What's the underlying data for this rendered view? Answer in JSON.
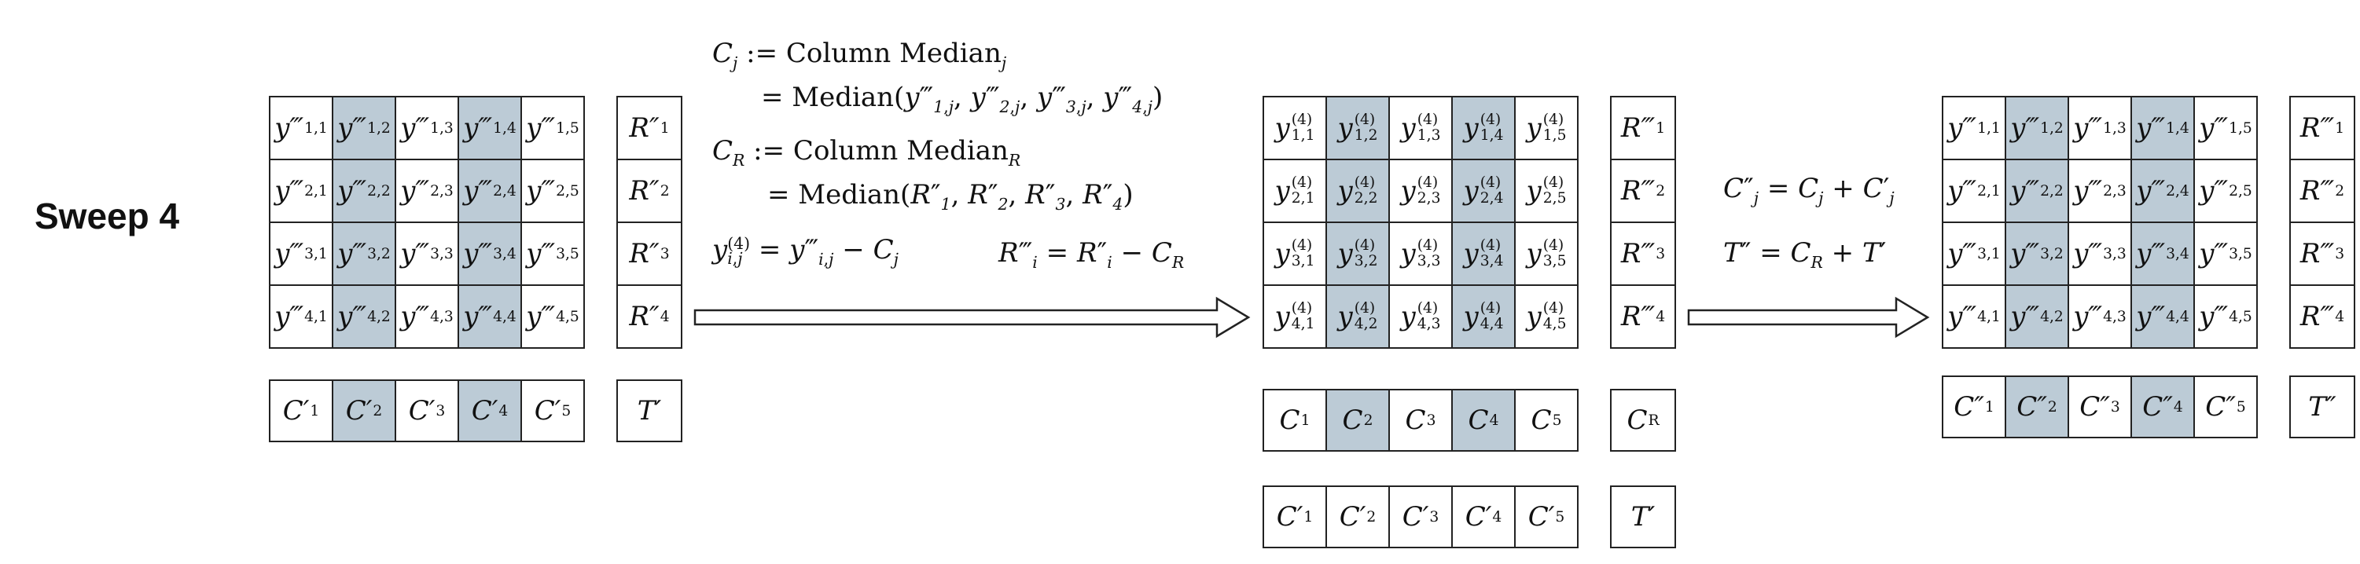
{
  "title": "Sweep 4",
  "colors": {
    "shaded": "#bccbd6",
    "border": "#222222",
    "background": "#ffffff"
  },
  "panel1": {
    "matrix": [
      [
        "y‴1,1",
        "y‴1,2",
        "y‴1,3",
        "y‴1,4",
        "y‴1,5"
      ],
      [
        "y‴2,1",
        "y‴2,2",
        "y‴2,3",
        "y‴2,4",
        "y‴2,5"
      ],
      [
        "y‴3,1",
        "y‴3,2",
        "y‴3,3",
        "y‴3,4",
        "y‴3,5"
      ],
      [
        "y‴4,1",
        "y‴4,2",
        "y‴4,3",
        "y‴4,4",
        "y‴4,5"
      ]
    ],
    "row_effects": [
      "R″1",
      "R″2",
      "R″3",
      "R″4"
    ],
    "col_effects": [
      "C′1",
      "C′2",
      "C′3",
      "C′4",
      "C′5"
    ],
    "total": "T′"
  },
  "panel2": {
    "matrix": [
      [
        "y(4)1,1",
        "y(4)1,2",
        "y(4)1,3",
        "y(4)1,4",
        "y(4)1,5"
      ],
      [
        "y(4)2,1",
        "y(4)2,2",
        "y(4)2,3",
        "y(4)2,4",
        "y(4)2,5"
      ],
      [
        "y(4)3,1",
        "y(4)3,2",
        "y(4)3,3",
        "y(4)3,4",
        "y(4)3,5"
      ],
      [
        "y(4)4,1",
        "y(4)4,2",
        "y(4)4,3",
        "y(4)4,4",
        "y(4)4,5"
      ]
    ],
    "row_effects": [
      "R‴1",
      "R‴2",
      "R‴3",
      "R‴4"
    ],
    "col_medians": [
      "C1",
      "C2",
      "C3",
      "C4",
      "C5"
    ],
    "col_median_R": "CR",
    "col_effects": [
      "C′1",
      "C′2",
      "C′3",
      "C′4",
      "C′5"
    ],
    "total": "T′"
  },
  "panel3": {
    "matrix": [
      [
        "y‴1,1",
        "y‴1,2",
        "y‴1,3",
        "y‴1,4",
        "y‴1,5"
      ],
      [
        "y‴2,1",
        "y‴2,2",
        "y‴2,3",
        "y‴2,4",
        "y‴2,5"
      ],
      [
        "y‴3,1",
        "y‴3,2",
        "y‴3,3",
        "y‴3,4",
        "y‴3,5"
      ],
      [
        "y‴4,1",
        "y‴4,2",
        "y‴4,3",
        "y‴4,4",
        "y‴4,5"
      ]
    ],
    "row_effects": [
      "R‴1",
      "R‴2",
      "R‴3",
      "R‴4"
    ],
    "col_effects": [
      "C″1",
      "C″2",
      "C″3",
      "C″4",
      "C″5"
    ],
    "total": "T″"
  },
  "formulas": {
    "cj_def": "Cj := Column Medianj",
    "cj_median": "= Median(y‴1,j, y‴2,j, y‴3,j, y‴4,j)",
    "cr_def": "CR := Column MedianR",
    "cr_median": "= Median(R″1, R″2, R″3, R″4)",
    "y_update": "y(4)i,j = y‴i,j − Cj",
    "r_update": "R‴i = R″i − CR",
    "c_update": "C″j = Cj + C′j",
    "t_update": "T″ = CR + T′"
  }
}
